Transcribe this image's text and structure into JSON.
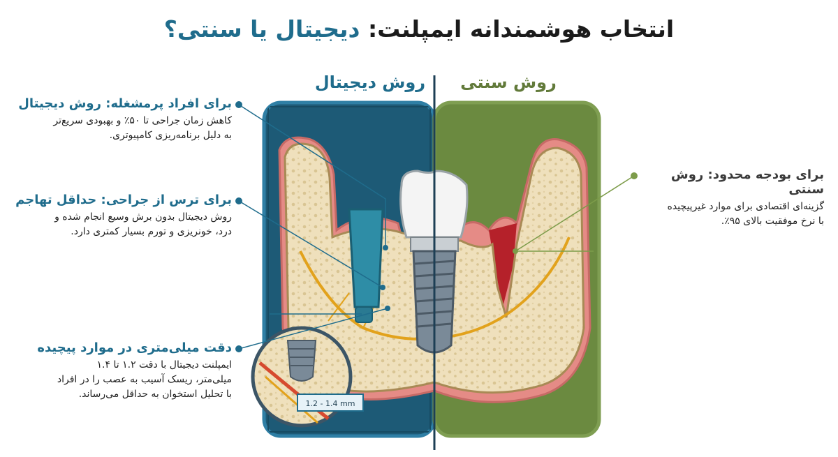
{
  "title": {
    "main": "انتخاب هوشمندانه ایمپلنت: ",
    "highlight": "دیجیتال یا سنتی؟"
  },
  "sections": {
    "digital_label": "روش دیجیتال",
    "traditional_label": "روش سنتی"
  },
  "callouts": [
    {
      "heading": "برای افراد پرمشغله: روش دیجیتال",
      "lines": [
        "کاهش زمان جراحی تا ۵۰٪ و بهبودی سریع‌تر",
        "به دلیل برنامه‌ریزی کامپیوتری."
      ]
    },
    {
      "heading": "برای ترس از جراحی: حداقل تهاجم",
      "lines": [
        "روش دیجیتال بدون برش وسیع انجام شده و",
        "درد، خونریزی و تورم بسیار کمتری دارد."
      ]
    },
    {
      "heading": "دقت میلی‌متری در موارد پیچیده",
      "lines": [
        "ایمپلنت دیجیتال با دقت ۱.۲ تا ۱.۴",
        "میلی‌متر، ریسک آسیب به عصب را در افراد",
        "با تحلیل استخوان به حداقل می‌رساند."
      ]
    },
    {
      "heading": "برای بودجه محدود: روش سنتی",
      "lines": [
        "گزینه‌ای اقتصادی برای موارد غیرپیچیده",
        "با نرخ موفقیت بالای ۹۵٪."
      ]
    }
  ],
  "ruler_label": "1.2 - 1.4 mm",
  "colors": {
    "digital_accent": "#1f6c8c",
    "traditional_accent": "#627a3a",
    "digital_bg": "#1d5a76",
    "traditional_bg": "#6b8a40"
  }
}
